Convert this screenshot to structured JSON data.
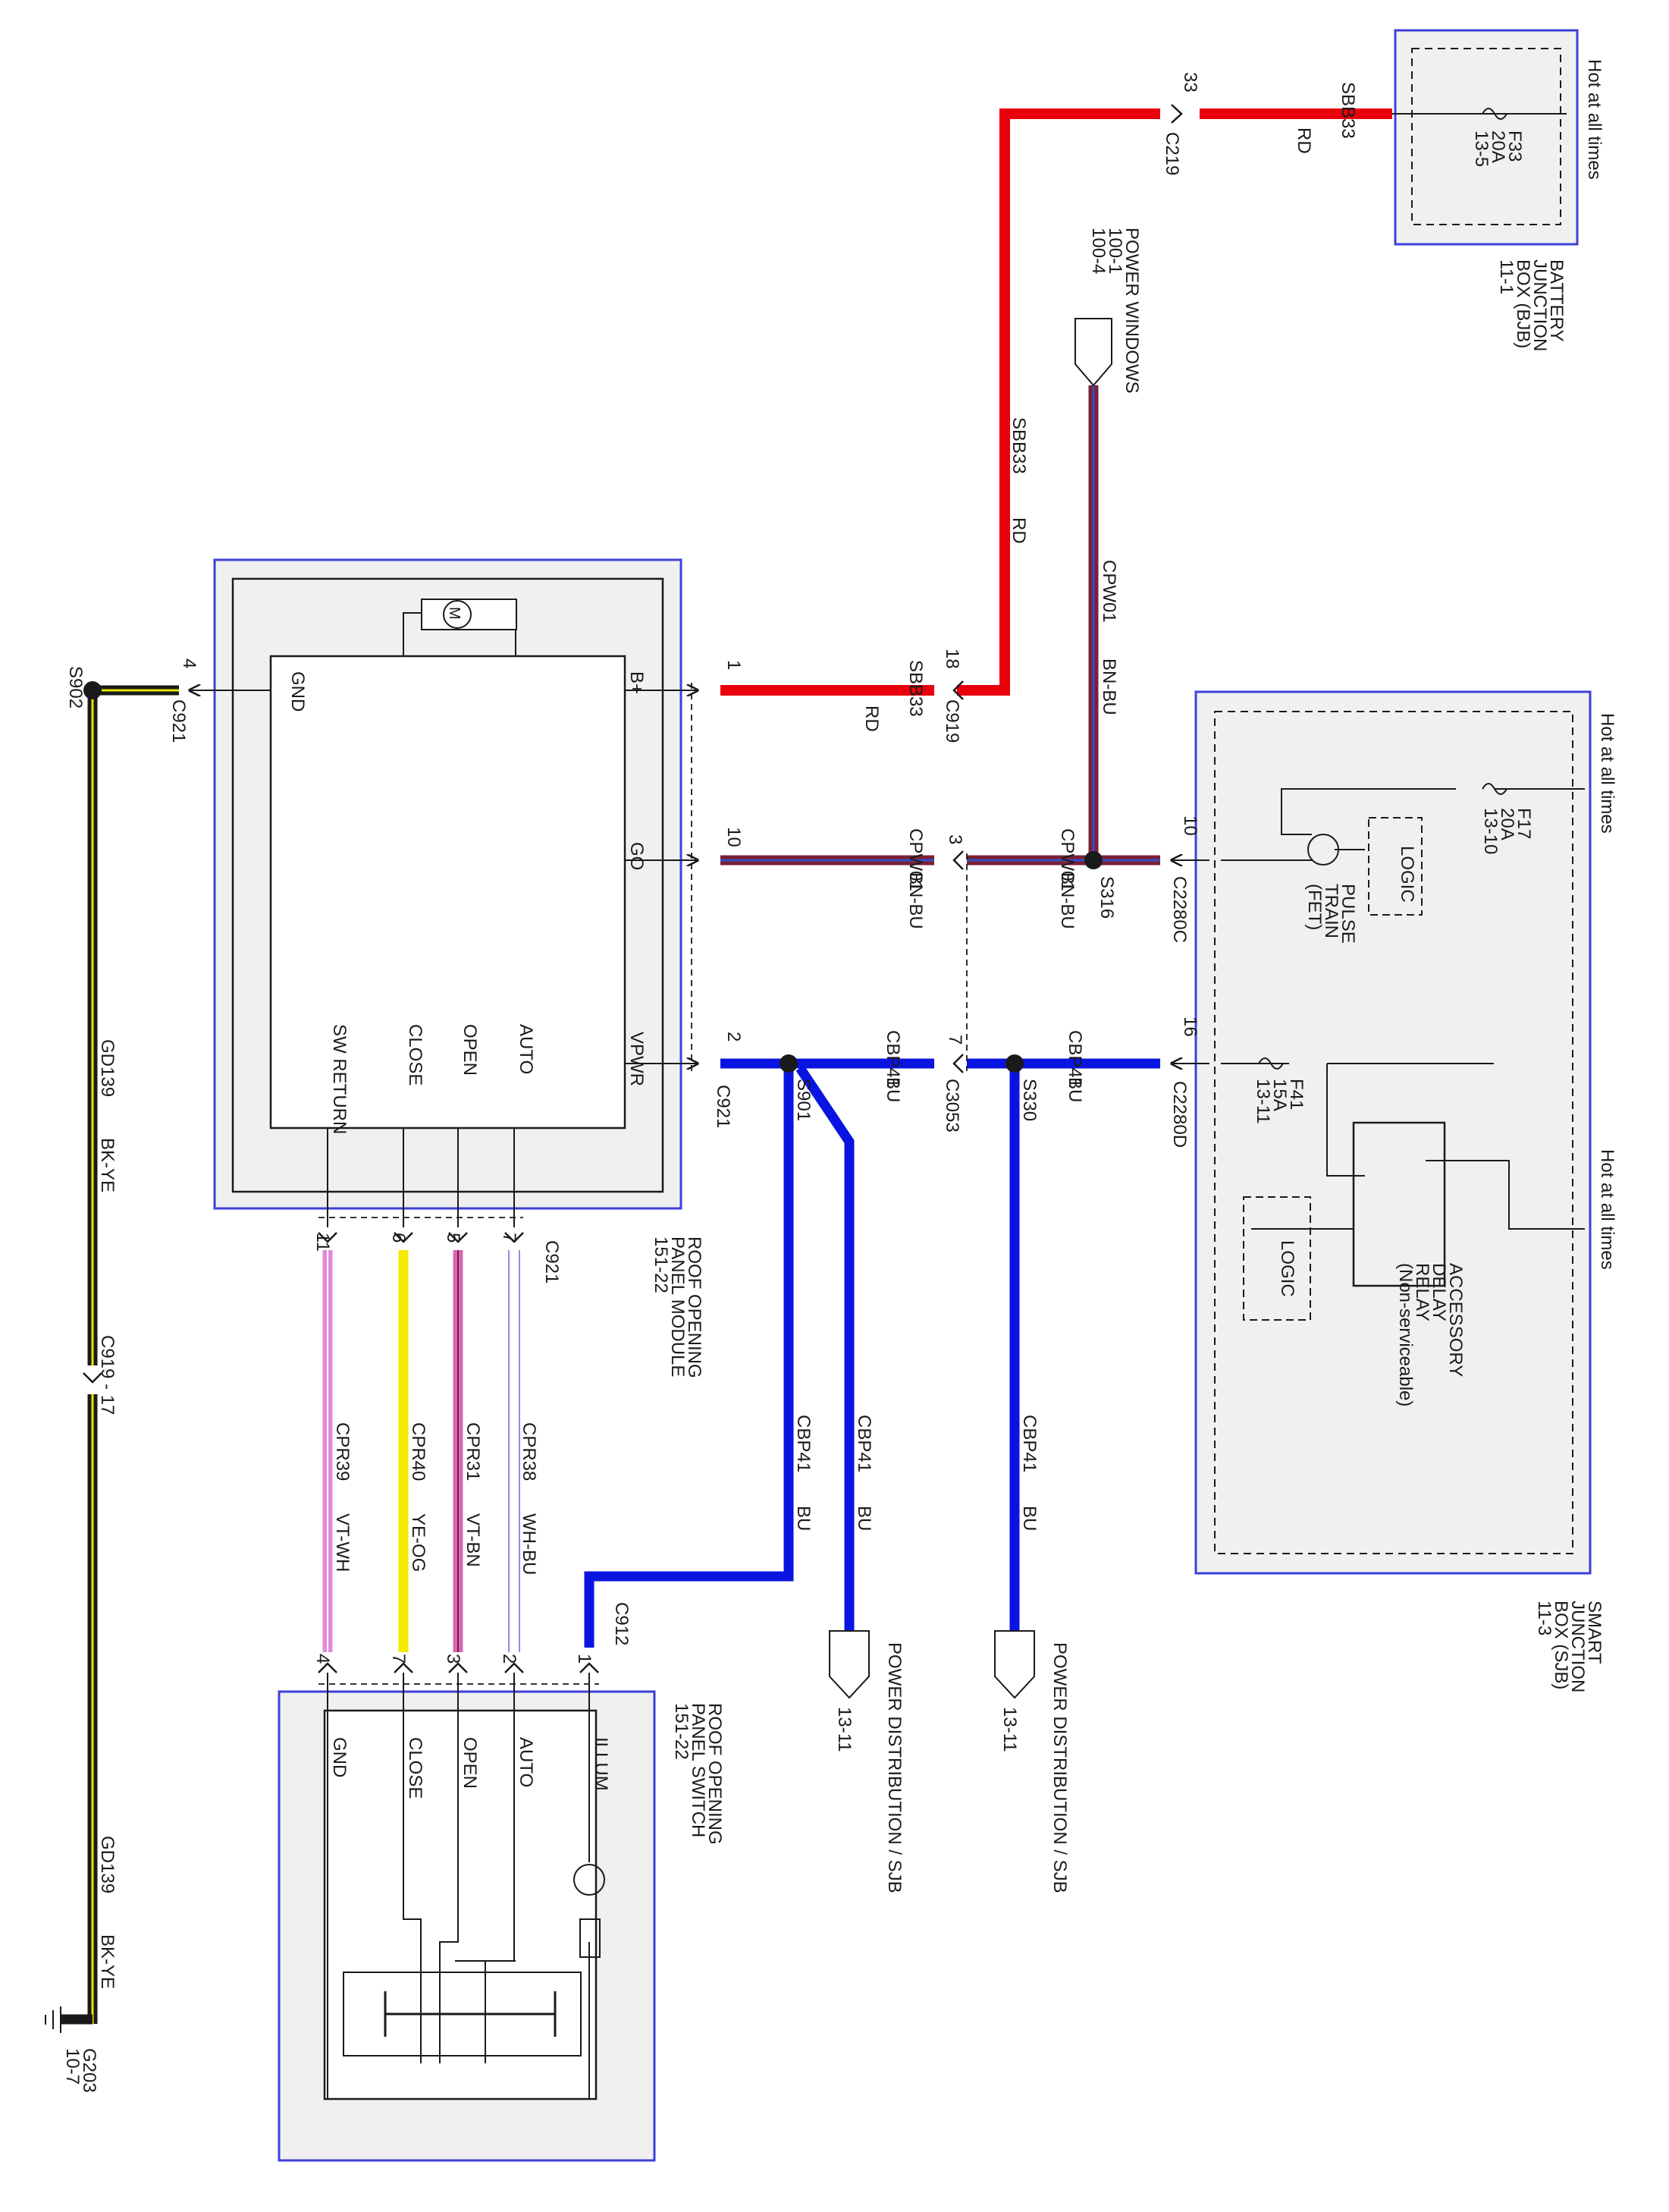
{
  "colors": {
    "red": "#e8000b",
    "bn_bu_base": "#7b2035",
    "bn_bu_stripe": "#2f50c8",
    "blue": "#0a14e0",
    "violet": "#e389d8",
    "yellow": "#f5ea00",
    "vt_bn": "#d966b4",
    "wh_bu": "#8a8ef0",
    "black": "#1a1a1a",
    "bk_ye_stripe": "#e4e400",
    "box_outline": "#3d40d8",
    "box_fill": "#f0f0f0"
  },
  "bjb": {
    "hot_label": "Hot at all times",
    "fuse_name": "F33",
    "fuse_rating": "20A",
    "fuse_ref": "13-5",
    "box_name_1": "BATTERY",
    "box_name_2": "JUNCTION",
    "box_name_3": "BOX (BJB)",
    "box_ref": "11-1"
  },
  "sbb33_upper": {
    "circuit": "SBB33",
    "color": "RD",
    "connector": "C219",
    "pin": "33"
  },
  "sbb33_vertical": {
    "circuit": "SBB33",
    "color": "RD"
  },
  "power_windows": {
    "label": "POWER WINDOWS",
    "ref_1": "100-1",
    "ref_2": "100-4"
  },
  "cpw01_vertical": {
    "circuit": "CPW01",
    "color": "BN-BU"
  },
  "module": {
    "motor_symbol": "M",
    "pin_bplus": "B+",
    "pin_go": "GO",
    "pin_vpwr": "VPWR",
    "pin_gnd": "GND",
    "pin_auto": "AUTO",
    "pin_open": "OPEN",
    "pin_close": "CLOSE",
    "pin_swreturn": "SW RETURN",
    "name_1": "ROOF OPENING",
    "name_2": "PANEL MODULE",
    "ref": "151-22"
  },
  "row_bplus": {
    "pin_module": "1",
    "circuit": "SBB33",
    "color": "RD",
    "connector": "C919",
    "pin_c919": "18"
  },
  "row_go": {
    "pin_module": "10",
    "circuit_a": "CPW01",
    "color_a": "BN-BU",
    "pin_c3053": "3",
    "circuit_b": "CPW01",
    "color_b": "BN-BU",
    "splice": "S316",
    "pin_sjb": "10",
    "connector_sjb": "C2280C"
  },
  "row_vpwr": {
    "pin_module": "2",
    "connector_module": "C921",
    "splice_a": "S901",
    "circuit_a": "CBP41",
    "color_a": "BU",
    "pin_c3053": "7",
    "connector_mid": "C3053",
    "splice_b": "S330",
    "circuit_b": "CBP41",
    "color_b": "BU",
    "pin_sjb": "16",
    "connector_sjb": "C2280D"
  },
  "gnd_row": {
    "pin": "4",
    "connector": "C921",
    "splice": "S902"
  },
  "sjb": {
    "hot_label_1": "Hot at all times",
    "hot_label_2": "Hot at all times",
    "f17_name": "F17",
    "f17_rating": "20A",
    "f17_ref": "13-10",
    "logic_1": "LOGIC",
    "pulse_1": "PULSE",
    "pulse_2": "TRAIN",
    "pulse_3": "(FET)",
    "f41_name": "F41",
    "f41_rating": "15A",
    "f41_ref": "13-11",
    "logic_2": "LOGIC",
    "relay_1": "ACCESSORY",
    "relay_2": "DELAY",
    "relay_3": "RELAY",
    "relay_4": "(Non-serviceable)",
    "name_1": "SMART",
    "name_2": "JUNCTION",
    "name_3": "BOX (SJB)",
    "ref": "11-3"
  },
  "c921_pins": {
    "connector": "C921",
    "p11": "11",
    "p6": "6",
    "p5": "5",
    "p7": "7"
  },
  "wires_switch": {
    "cpr39": "CPR39",
    "cpr39_color": "VT-WH",
    "cpr40": "CPR40",
    "cpr40_color": "YE-OG",
    "cpr31": "CPR31",
    "cpr31_color": "VT-BN",
    "cpr38": "CPR38",
    "cpr38_color": "WH-BU"
  },
  "cbp41_branches": {
    "a_circuit": "CBP41",
    "a_color": "BU",
    "b_circuit": "CBP41",
    "b_color": "BU",
    "c_circuit": "CBP41",
    "c_color": "BU"
  },
  "power_dist_1": {
    "label": "POWER DISTRIBUTION / SJB",
    "ref": "13-11"
  },
  "power_dist_2": {
    "label": "POWER DISTRIBUTION / SJB",
    "ref": "13-11"
  },
  "c912_pins": {
    "connector": "C912",
    "p4": "4",
    "p7": "7",
    "p3": "3",
    "p2": "2",
    "p1": "1"
  },
  "switch": {
    "pin_gnd": "GND",
    "pin_close": "CLOSE",
    "pin_open": "OPEN",
    "pin_auto": "AUTO",
    "pin_illum": "ILLUM",
    "name_1": "ROOF OPENING",
    "name_2": "PANEL SWITCH",
    "ref": "151-22"
  },
  "ground": {
    "circuit_1": "GD139",
    "color_1": "BK-YE",
    "inline": "C919 - 17",
    "circuit_2": "GD139",
    "color_2": "BK-YE",
    "ground_point": "G203",
    "ground_ref": "10-7"
  }
}
